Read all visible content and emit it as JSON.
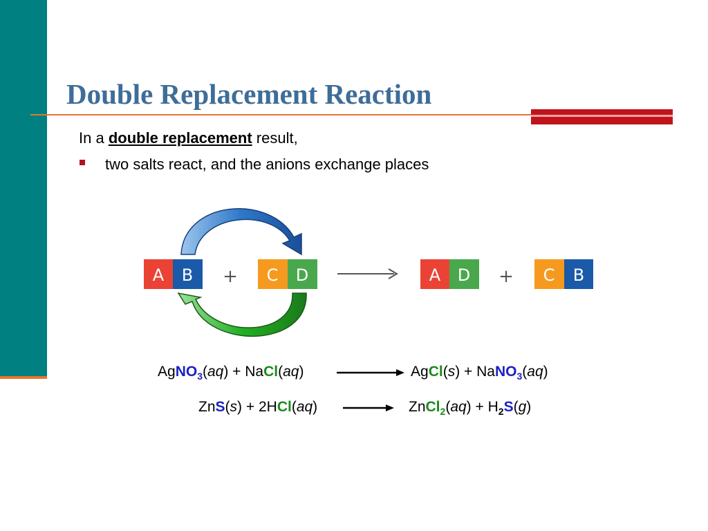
{
  "slide": {
    "title": "Double Replacement Reaction",
    "intro_prefix": "In a ",
    "intro_term": "double replacement",
    "intro_suffix": " result,",
    "bullet": "two salts react, and the anions exchange places"
  },
  "diagram": {
    "left_pair": [
      "A",
      "B"
    ],
    "right_pair": [
      "C",
      "D"
    ],
    "product_1": [
      "A",
      "D"
    ],
    "product_2": [
      "C",
      "B"
    ],
    "plus": "+",
    "colors": {
      "A": "#ea4335",
      "B": "#1a5aa8",
      "C": "#f59a1e",
      "D": "#4aa84c"
    }
  },
  "equations": [
    {
      "reactants": [
        {
          "t": "Ag"
        },
        {
          "t": "NO",
          "c": "blue"
        },
        {
          "t": "3",
          "c": "blue",
          "sub": true
        },
        {
          "t": "("
        },
        {
          "t": "aq",
          "i": true
        },
        {
          "t": ") + Na"
        },
        {
          "t": "Cl",
          "c": "green"
        },
        {
          "t": "("
        },
        {
          "t": "aq",
          "i": true
        },
        {
          "t": ")"
        }
      ],
      "products": [
        {
          "t": "Ag"
        },
        {
          "t": "Cl",
          "c": "green"
        },
        {
          "t": "("
        },
        {
          "t": "s",
          "i": true
        },
        {
          "t": ") + Na"
        },
        {
          "t": "NO",
          "c": "blue"
        },
        {
          "t": "3",
          "c": "blue",
          "sub": true
        },
        {
          "t": "("
        },
        {
          "t": "aq",
          "i": true
        },
        {
          "t": ")"
        }
      ]
    },
    {
      "reactants": [
        {
          "t": "Zn"
        },
        {
          "t": "S",
          "c": "blue"
        },
        {
          "t": "("
        },
        {
          "t": "s",
          "i": true
        },
        {
          "t": ") + 2H"
        },
        {
          "t": "Cl",
          "c": "green"
        },
        {
          "t": "("
        },
        {
          "t": "aq",
          "i": true
        },
        {
          "t": ")"
        }
      ],
      "products": [
        {
          "t": "Zn"
        },
        {
          "t": "Cl",
          "c": "green"
        },
        {
          "t": "2",
          "c": "green",
          "sub": true
        },
        {
          "t": "("
        },
        {
          "t": "aq",
          "i": true
        },
        {
          "t": ") + H"
        },
        {
          "t": "2",
          "sub": true,
          "b": true
        },
        {
          "t": "S",
          "c": "blue"
        },
        {
          "t": "("
        },
        {
          "t": "g",
          "i": true
        },
        {
          "t": ")"
        }
      ]
    }
  ]
}
